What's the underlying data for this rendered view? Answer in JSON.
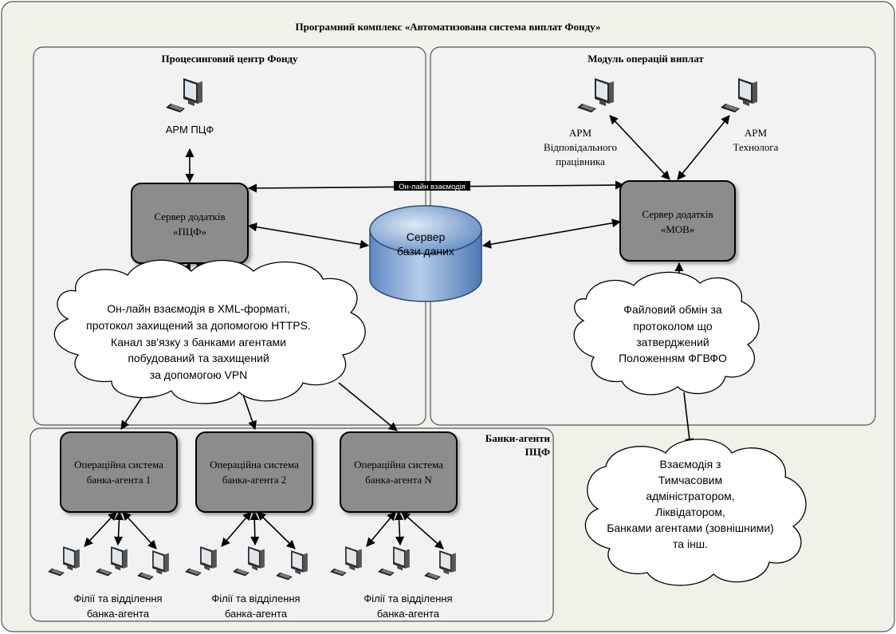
{
  "title": "Програмний комплекс «Автоматизована система виплат Фонду»",
  "groups": {
    "processing_center": "Процесинговий центр Фонду",
    "payments_module": "Модуль операцій виплат",
    "banks": [
      "Банки-агенти",
      "ПЦФ"
    ]
  },
  "nodes": {
    "apm_pcf": "АРМ ПЦФ",
    "apm_responsible": [
      "АРМ",
      "Відповідального",
      "працівника"
    ],
    "apm_technologist": [
      "АРМ",
      "Технолога"
    ],
    "server_pcf": [
      "Сервер додатків",
      "«ПЦФ»"
    ],
    "server_mov": [
      "Сервер додатків",
      "«МОВ»"
    ],
    "db_server": [
      "Сервер",
      "бази даних"
    ],
    "bank_os_1": [
      "Операційна система",
      "банка-агента 1"
    ],
    "bank_os_2": [
      "Операційна система",
      "банка-агента 2"
    ],
    "bank_os_n": [
      "Операційна система",
      "банка-агента N"
    ],
    "branches": [
      "Філії та відділення",
      "банка-агента"
    ]
  },
  "edge_label": "Он-лайн взаємодія",
  "clouds": {
    "xml": [
      "Он-лайн взаємодія в XML-форматі,",
      "протокол захищений за допомогою HTTPS.",
      "Канал зв'язку з банками агентами",
      "побудований та захищений",
      "за допомогою VPN"
    ],
    "file": [
      "Файловий обмін за",
      "протоколом що",
      "затверджений",
      "Положенням ФГВФО"
    ],
    "external": [
      "Взаємодія з",
      "Тимчасовим",
      "адміністратором,",
      "Ліквідатором,",
      "Банками агентами (зовнішними)",
      "та інш."
    ]
  },
  "colors": {
    "outer_bg": "#eef2e8",
    "group_bg": "#f2f2f2",
    "node_fill": "#8c8c8c",
    "db_fill": "#9dbbe0"
  }
}
